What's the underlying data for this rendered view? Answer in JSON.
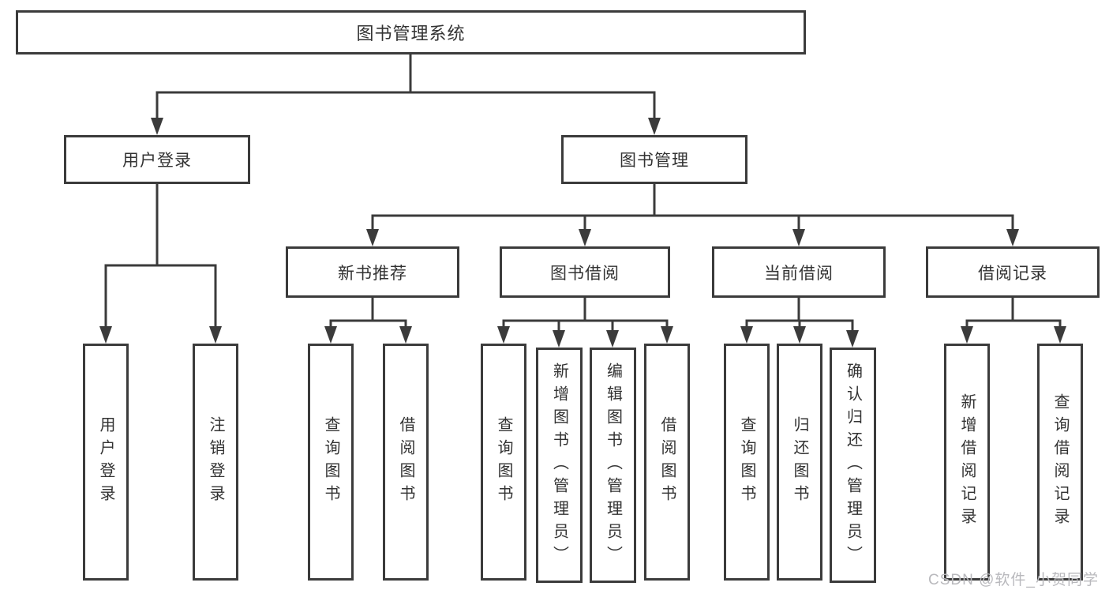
{
  "root": {
    "label": "图书管理系统"
  },
  "level2": {
    "user_login": {
      "label": "用户登录"
    },
    "book_mgmt": {
      "label": "图书管理"
    }
  },
  "level3": {
    "new_book_recommend": {
      "label": "新书推荐"
    },
    "book_borrowing": {
      "label": "图书借阅"
    },
    "current_borrowing": {
      "label": "当前借阅"
    },
    "borrowing_records": {
      "label": "借阅记录"
    }
  },
  "leaves": {
    "user_login": {
      "label": "用户登录",
      "parent": "用户登录"
    },
    "logout": {
      "label": "注销登录",
      "parent": "用户登录"
    },
    "nb_query": {
      "label": "查询图书",
      "parent": "新书推荐"
    },
    "nb_borrow": {
      "label": "借阅图书",
      "parent": "新书推荐"
    },
    "bb_query": {
      "label": "查询图书",
      "parent": "图书借阅"
    },
    "bb_add": {
      "label": "新增图书（管理员）",
      "parent": "图书借阅"
    },
    "bb_edit": {
      "label": "编辑图书（管理员）",
      "parent": "图书借阅"
    },
    "bb_borrow": {
      "label": "借阅图书",
      "parent": "图书借阅"
    },
    "cb_query": {
      "label": "查询图书",
      "parent": "当前借阅"
    },
    "cb_return": {
      "label": "归还图书",
      "parent": "当前借阅"
    },
    "cb_confirm": {
      "label": "确认归还（管理员）",
      "parent": "当前借阅"
    },
    "br_add": {
      "label": "新增借阅记录",
      "parent": "借阅记录"
    },
    "br_query": {
      "label": "查询借阅记录",
      "parent": "借阅记录"
    }
  },
  "watermark": {
    "text": "CSDN @软件_小贺同学"
  },
  "colors": {
    "line": "#3b3b3b",
    "box_border": "#3b3b3b",
    "box_fill": "#ffffff",
    "text": "#333333",
    "watermark": "#b9b9bd"
  }
}
